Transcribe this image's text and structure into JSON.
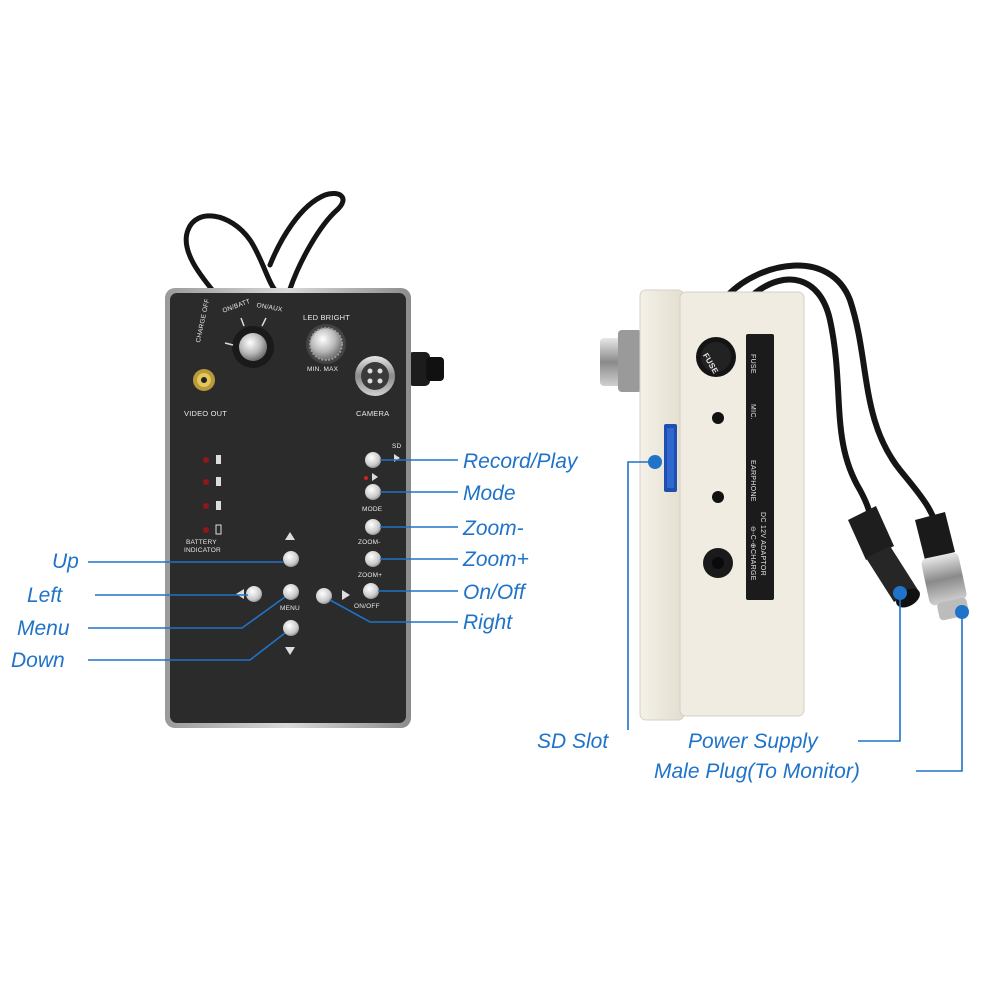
{
  "front_panel": {
    "knob_positions": {
      "charge_off": "CHARGE OFF",
      "on_batt": "ON/BATT",
      "on_aux": "ON/AUX"
    },
    "led_bright": "LED BRIGHT",
    "min_max": "MIN.  MAX",
    "video_out": "VIDEO OUT",
    "camera": "CAMERA",
    "battery_indicator": [
      "BATTERY",
      "INDICATOR"
    ],
    "sd": "SD",
    "mode": "MODE",
    "zoom_minus": "ZOOM-",
    "zoom_plus": "ZOOM+",
    "menu": "MENU",
    "on_off": "ON/OFF"
  },
  "side_panel": {
    "fuse": "FUSE",
    "fuse_cap": "FUSE",
    "mic": "MIC.",
    "earphone": "EARPHONE",
    "charge_line1": "⊖-C-⊕CHARGE",
    "charge_line2": "DC 12V ADAPTOR"
  },
  "callouts": {
    "record_play": "Record/Play",
    "mode": "Mode",
    "zoom_minus": "Zoom-",
    "zoom_plus": "Zoom+",
    "on_off": "On/Off",
    "right": "Right",
    "up": "Up",
    "left": "Left",
    "menu": "Menu",
    "down": "Down",
    "sd_slot": "SD Slot",
    "power_supply": "Power Supply",
    "male_plug": "Male Plug(To Monitor)"
  },
  "colors": {
    "callout_blue": "#1f73c8",
    "panel_black": "#2b2b2b",
    "housing_cream": "#ede9dc"
  }
}
